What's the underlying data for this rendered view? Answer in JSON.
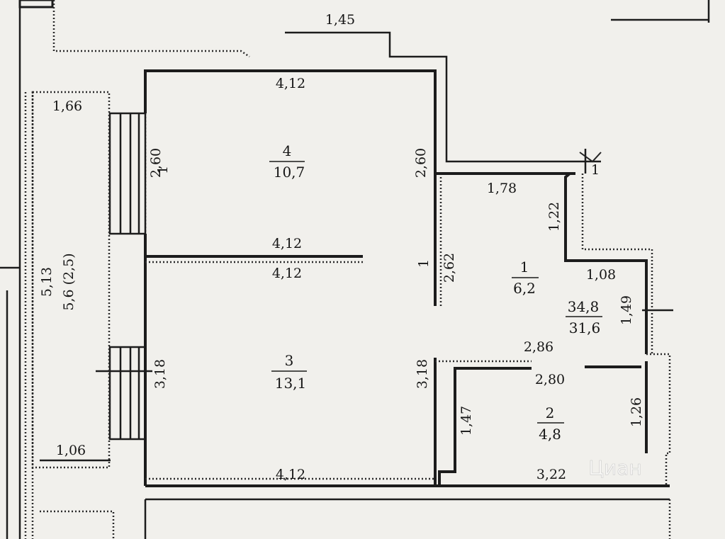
{
  "dimensions": {
    "top_outer": "1,45",
    "room4_top": "4,12",
    "room4_bottom": "4,12",
    "room3_top": "4,12",
    "room3_bottom": "4,12",
    "balcony_top": "1,66",
    "balcony_bottom": "1,06",
    "balcony_left_length": "5,13",
    "room4_height_left": "2,60",
    "room4_height_right": "2,60",
    "room3_height_left": "3,18",
    "room3_height_right": "3,18",
    "corridor_top": "1,78",
    "corridor_right_top": "1,22",
    "corridor_step": "1,08",
    "corridor_right_mid": "1,49",
    "hall_partition": "2,62",
    "bath_top_outer": "2,86",
    "bath_top_inner": "2,80",
    "bath_left": "1,47",
    "bath_right": "1,26",
    "bath_bottom": "3,22"
  },
  "rooms": [
    {
      "number": "4",
      "area": "10,7"
    },
    {
      "number": "3",
      "area": "13,1"
    },
    {
      "number": "1",
      "area": "6,2"
    },
    {
      "number": "2",
      "area": "4,8"
    }
  ],
  "balcony": {
    "label": "5,6 (2,5)"
  },
  "totals": {
    "total": "34,8",
    "living": "31,6"
  },
  "markers": {
    "room_mark_left": "1",
    "room_mark_right": "1",
    "partition_mark": "1"
  },
  "watermark": "Циан"
}
